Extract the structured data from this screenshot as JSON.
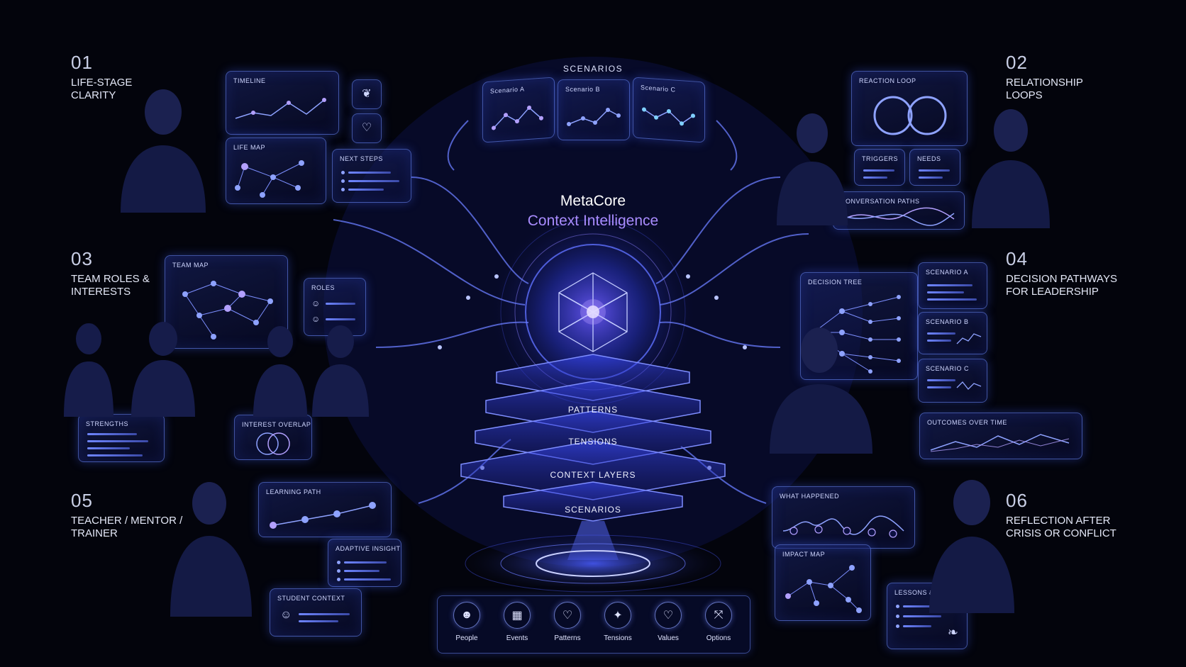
{
  "center": {
    "line1": "MetaCore",
    "line2": "Context Intelligence"
  },
  "scenarios_header": "SCENARIOS",
  "scenario_cards": [
    "Scenario A",
    "Scenario B",
    "Scenario C"
  ],
  "layers": [
    "PATTERNS",
    "TENSIONS",
    "CONTEXT LAYERS",
    "SCENARIOS"
  ],
  "sections": [
    {
      "num": "01",
      "title": "LIFE-STAGE\nCLARITY"
    },
    {
      "num": "02",
      "title": "RELATIONSHIP\nLOOPS"
    },
    {
      "num": "03",
      "title": "TEAM ROLES &\nINTERESTS"
    },
    {
      "num": "04",
      "title": "DECISION PATHWAYS\nFOR LEADERSHIP"
    },
    {
      "num": "05",
      "title": "TEACHER / MENTOR /\nTRAINER"
    },
    {
      "num": "06",
      "title": "REFLECTION AFTER\nCRISIS OR CONFLICT"
    }
  ],
  "panels": {
    "s1": {
      "timeline": "TIMELINE",
      "lifemap": "LIFE MAP",
      "nextsteps": "NEXT STEPS"
    },
    "s2": {
      "loop": "REACTION LOOP",
      "triggers": "TRIGGERS",
      "needs": "NEEDS",
      "paths": "CONVERSATION PATHS"
    },
    "s3": {
      "teammap": "TEAM MAP",
      "roles": "ROLES",
      "strengths": "STRENGTHS",
      "overlap": "INTEREST OVERLAP"
    },
    "s4": {
      "tree": "DECISION TREE",
      "a": "SCENARIO A",
      "b": "SCENARIO B",
      "c": "SCENARIO C",
      "outcomes": "OUTCOMES OVER TIME"
    },
    "s5": {
      "learning": "LEARNING PATH",
      "insight": "ADAPTIVE INSIGHT",
      "student": "STUDENT CONTEXT"
    },
    "s6": {
      "happened": "WHAT HAPPENED",
      "impact": "IMPACT MAP",
      "lessons": "LESSONS & GROWTH"
    }
  },
  "bottom_items": [
    {
      "label": "People",
      "icon": "people-icon"
    },
    {
      "label": "Events",
      "icon": "calendar-icon"
    },
    {
      "label": "Patterns",
      "icon": "heart-icon"
    },
    {
      "label": "Tensions",
      "icon": "star-burst-icon"
    },
    {
      "label": "Values",
      "icon": "heart-outline-icon"
    },
    {
      "label": "Options",
      "icon": "branch-icon"
    }
  ],
  "colors": {
    "background": "#03040c",
    "accent": "#5a6cff",
    "violet": "#a98cff",
    "glow": "#3d4fff"
  }
}
